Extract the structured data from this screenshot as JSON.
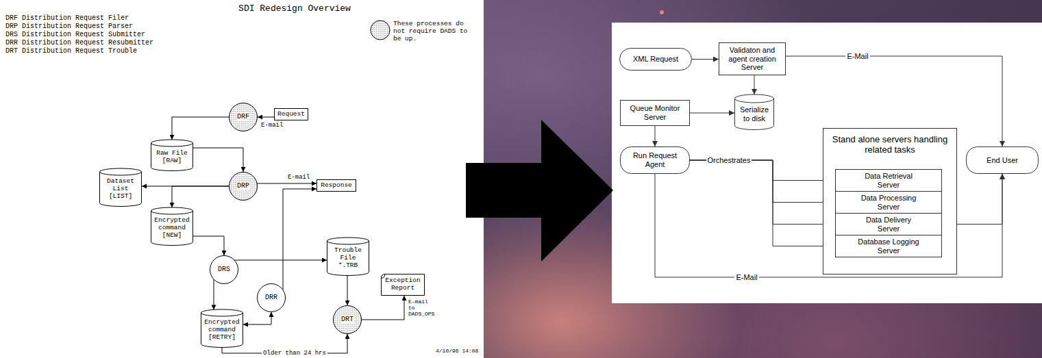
{
  "diagram": {
    "title": "SDI Redesign Overview",
    "nodes": [
      {
        "text": [
          "Request"
        ]
      },
      {
        "text": [
          "DRF"
        ]
      },
      {
        "text": [
          "Raw File [RAW]"
        ]
      },
      {
        "text": [
          "DRP"
        ]
      },
      {
        "text": [
          "Response"
        ]
      },
      {
        "text": [
          "Dataset List [LIST]"
        ]
      },
      {
        "text": [
          "Encrypted command [NEW]"
        ]
      },
      {
        "text": [
          "DRS"
        ]
      },
      {
        "text": [
          "Trouble File *.TRB"
        ]
      },
      {
        "text": [
          "DRR"
        ]
      },
      {
        "text": [
          "Exception Report"
        ]
      },
      {
        "text": [
          "Encrypted command [RETRY]"
        ]
      },
      {
        "text": [
          "DRT"
        ]
      },
      {
        "text": [
          "XML Request"
        ]
      },
      {
        "text": [
          "Validaton and agent creation Server"
        ]
      },
      {
        "text": [
          "Queue Monitor Server"
        ]
      },
      {
        "text": [
          "Serialize to disk"
        ]
      },
      {
        "text": [
          "Run Request Agent"
        ]
      },
      {
        "text": [
          "Stand alone servers handling related tasks"
        ]
      },
      {
        "text": [
          "Data Retrieval Server"
        ],
        "in": 18
      },
      {
        "text": [
          "Data Processing Server"
        ],
        "in": 18
      },
      {
        "text": [
          "Data Delivery Server"
        ],
        "in": 18
      },
      {
        "text": [
          "Database Logging Server"
        ],
        "in": 18
      },
      {
        "text": [
          "End User"
        ]
      }
    ],
    "edges": [
      {
        "from": 0,
        "to": 1,
        "arrow": "to",
        "label": "E-mail"
      },
      {
        "from": 1,
        "to": 2,
        "arrow": "to"
      },
      {
        "from": 2,
        "to": 3,
        "arrow": "to"
      },
      {
        "from": 3,
        "to": 5,
        "arrow": "to"
      },
      {
        "from": 3,
        "to": 6,
        "arrow": "to"
      },
      {
        "from": 3,
        "to": 4,
        "arrow": "to",
        "label": "E-mail"
      },
      {
        "from": 9,
        "to": 4,
        "arrow": "to"
      },
      {
        "from": 6,
        "to": 7,
        "arrow": "to"
      },
      {
        "from": 7,
        "to": 8,
        "arrow": "to"
      },
      {
        "from": 7,
        "to": 11,
        "arrow": "to"
      },
      {
        "from": 9,
        "to": 11,
        "arrow": "both"
      },
      {
        "from": 8,
        "to": 12,
        "arrow": "to"
      },
      {
        "from": 11,
        "to": 12,
        "arrow": "to",
        "label": "Older than 24 hrs"
      },
      {
        "from": 12,
        "to": 10,
        "arrow": "to",
        "label": "E-mail to DADS_OPS"
      },
      {
        "from": 13,
        "to": 14,
        "arrow": "to"
      },
      {
        "from": 14,
        "to": 23,
        "arrow": "to",
        "label": "E-Mail"
      },
      {
        "from": 14,
        "to": 16,
        "arrow": "to"
      },
      {
        "from": 15,
        "to": 16,
        "arrow": "to"
      },
      {
        "from": 15,
        "to": 17,
        "arrow": "to"
      },
      {
        "from": 17,
        "to": 19,
        "arrow": "to",
        "label": "Orchestrates"
      },
      {
        "from": 17,
        "to": 20,
        "arrow": "to"
      },
      {
        "from": 17,
        "to": 21,
        "arrow": "to"
      },
      {
        "from": 17,
        "to": 22,
        "arrow": "to"
      },
      {
        "from": 21,
        "to": 23,
        "arrow": "to"
      },
      {
        "from": 17,
        "to": 23,
        "arrow": "to",
        "label": "E-Mail"
      }
    ],
    "labels": [
      "DRF Distribution Request Filer",
      "DRP Distribution Request Parser",
      "DRS Distribution Request Submitter",
      "DRR Distribution Request Resubmitter",
      "DRT Distribution Request Trouble",
      "4/10/96 14:08"
    ],
    "legend": [
      {
        "text": "These processes do not require DADS to be up."
      }
    ]
  }
}
